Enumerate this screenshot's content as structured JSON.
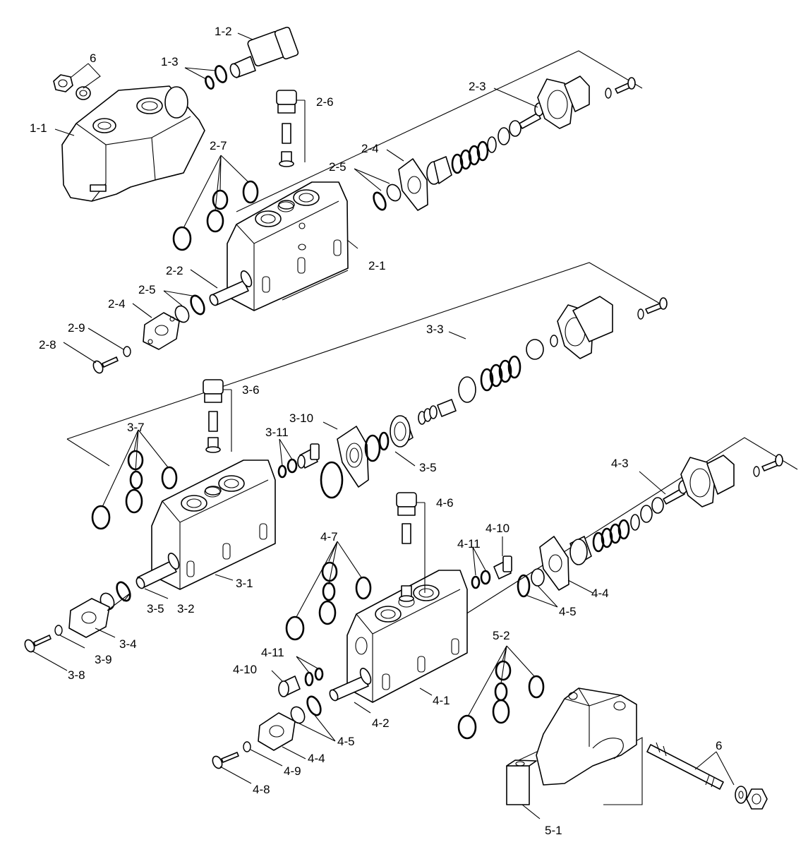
{
  "diagram": {
    "labels": {
      "l_1_1": "1-1",
      "l_1_2": "1-2",
      "l_1_3": "1-3",
      "l_6_top": "6",
      "l_2_1": "2-1",
      "l_2_2": "2-2",
      "l_2_3": "2-3",
      "l_2_4a": "2-4",
      "l_2_4b": "2-4",
      "l_2_5a": "2-5",
      "l_2_5b": "2-5",
      "l_2_6": "2-6",
      "l_2_7": "2-7",
      "l_2_8": "2-8",
      "l_2_9": "2-9",
      "l_3_1": "3-1",
      "l_3_2": "3-2",
      "l_3_3": "3-3",
      "l_3_4": "3-4",
      "l_3_5a": "3-5",
      "l_3_5b": "3-5",
      "l_3_6": "3-6",
      "l_3_7": "3-7",
      "l_3_8": "3-8",
      "l_3_9": "3-9",
      "l_3_10": "3-10",
      "l_3_11": "3-11",
      "l_4_1": "4-1",
      "l_4_2": "4-2",
      "l_4_3": "4-3",
      "l_4_4a": "4-4",
      "l_4_4b": "4-4",
      "l_4_5a": "4-5",
      "l_4_5b": "4-5",
      "l_4_6": "4-6",
      "l_4_7": "4-7",
      "l_4_8": "4-8",
      "l_4_9": "4-9",
      "l_4_10a": "4-10",
      "l_4_10b": "4-10",
      "l_4_11a": "4-11",
      "l_4_11b": "4-11",
      "l_5_1": "5-1",
      "l_5_2": "5-2",
      "l_6_bottom": "6"
    }
  }
}
